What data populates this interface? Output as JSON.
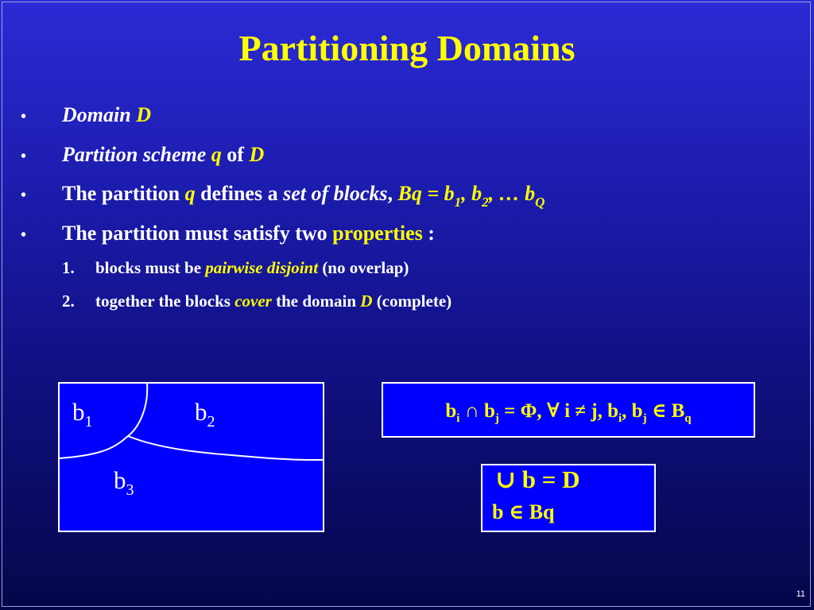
{
  "title": "Partitioning Domains",
  "bullets": [
    {
      "marker": "•",
      "parts": [
        "Domain",
        "D"
      ]
    },
    {
      "marker": "•",
      "parts": [
        "Partition scheme",
        "q",
        "of",
        "D"
      ]
    },
    {
      "marker": "•",
      "parts": [
        "The partition",
        "q",
        "defines a",
        "set of blocks",
        ",",
        "Bq = b",
        "1",
        ", b",
        "2",
        ", … b",
        "Q"
      ]
    },
    {
      "marker": "•",
      "parts": [
        "The partition must satisfy two",
        "properties",
        ":"
      ]
    }
  ],
  "properties": [
    {
      "num": "1.",
      "parts": [
        "blocks must be",
        "pairwise disjoint",
        "(no overlap)"
      ]
    },
    {
      "num": "2.",
      "parts": [
        "together the blocks",
        "cover",
        "the domain",
        "D",
        "(complete)"
      ]
    }
  ],
  "diagram": {
    "blocks": [
      {
        "base": "b",
        "sub": "1"
      },
      {
        "base": "b",
        "sub": "2"
      },
      {
        "base": "b",
        "sub": "3"
      }
    ]
  },
  "formula_disjoint": {
    "parts": [
      "b",
      "i",
      " ∩ b",
      "j",
      " = Φ, ∀ i ≠ j, b",
      "i",
      ", b",
      "j",
      " ∈ B",
      "q"
    ]
  },
  "formula_cover": {
    "line1": "∪   b = D",
    "line2": "b ∈ Bq"
  },
  "page_number": "11",
  "colors": {
    "accent": "#ffff00",
    "text": "#ffffff",
    "box": "#0000ff"
  }
}
